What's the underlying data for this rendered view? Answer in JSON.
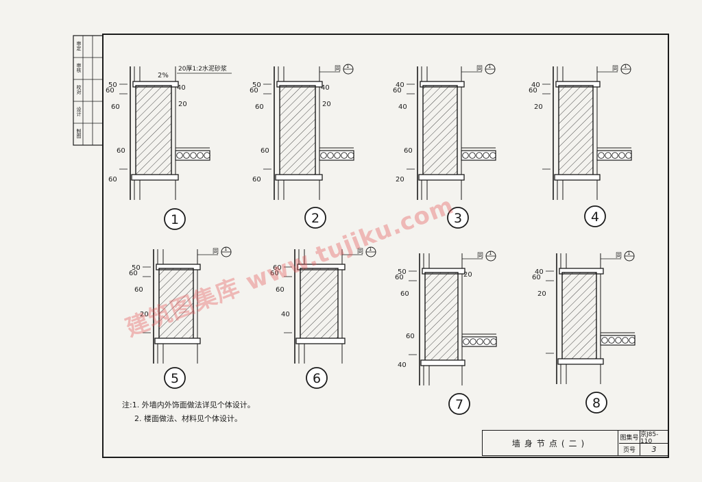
{
  "annotation_top": "20厚1:2水泥砂浆",
  "same_as_label": "同",
  "detail_ref": "1",
  "details": [
    {
      "number": "1",
      "dims": [
        "60",
        "50",
        "60",
        "60",
        "60",
        "40",
        "20",
        "2%"
      ]
    },
    {
      "number": "2",
      "dims": [
        "60",
        "50",
        "60",
        "60",
        "60",
        "40",
        "20"
      ]
    },
    {
      "number": "3",
      "dims": [
        "60",
        "40",
        "40",
        "60",
        "20"
      ]
    },
    {
      "number": "4",
      "dims": [
        "60",
        "40",
        "20"
      ]
    },
    {
      "number": "5",
      "dims": [
        "60",
        "50",
        "60",
        "20"
      ]
    },
    {
      "number": "6",
      "dims": [
        "60",
        "60",
        "60",
        "40"
      ]
    },
    {
      "number": "7",
      "dims": [
        "60",
        "50",
        "60",
        "60",
        "40",
        "20"
      ]
    },
    {
      "number": "8",
      "dims": [
        "60",
        "40",
        "20"
      ]
    }
  ],
  "notes": {
    "line1": "注:1. 外墙内外饰面做法详见个体设计。",
    "line2": "2. 楼面做法、材料见个体设计。"
  },
  "title_block": {
    "title": "墙身节点(二)",
    "drawing_no_label": "图集号",
    "drawing_no": "京J85-110",
    "page_label": "页号",
    "page": "3"
  },
  "sidebar": [
    "审定",
    "审核",
    "校对",
    "设计",
    "制图"
  ],
  "watermark": "建筑图集库 www.tujiku.com"
}
